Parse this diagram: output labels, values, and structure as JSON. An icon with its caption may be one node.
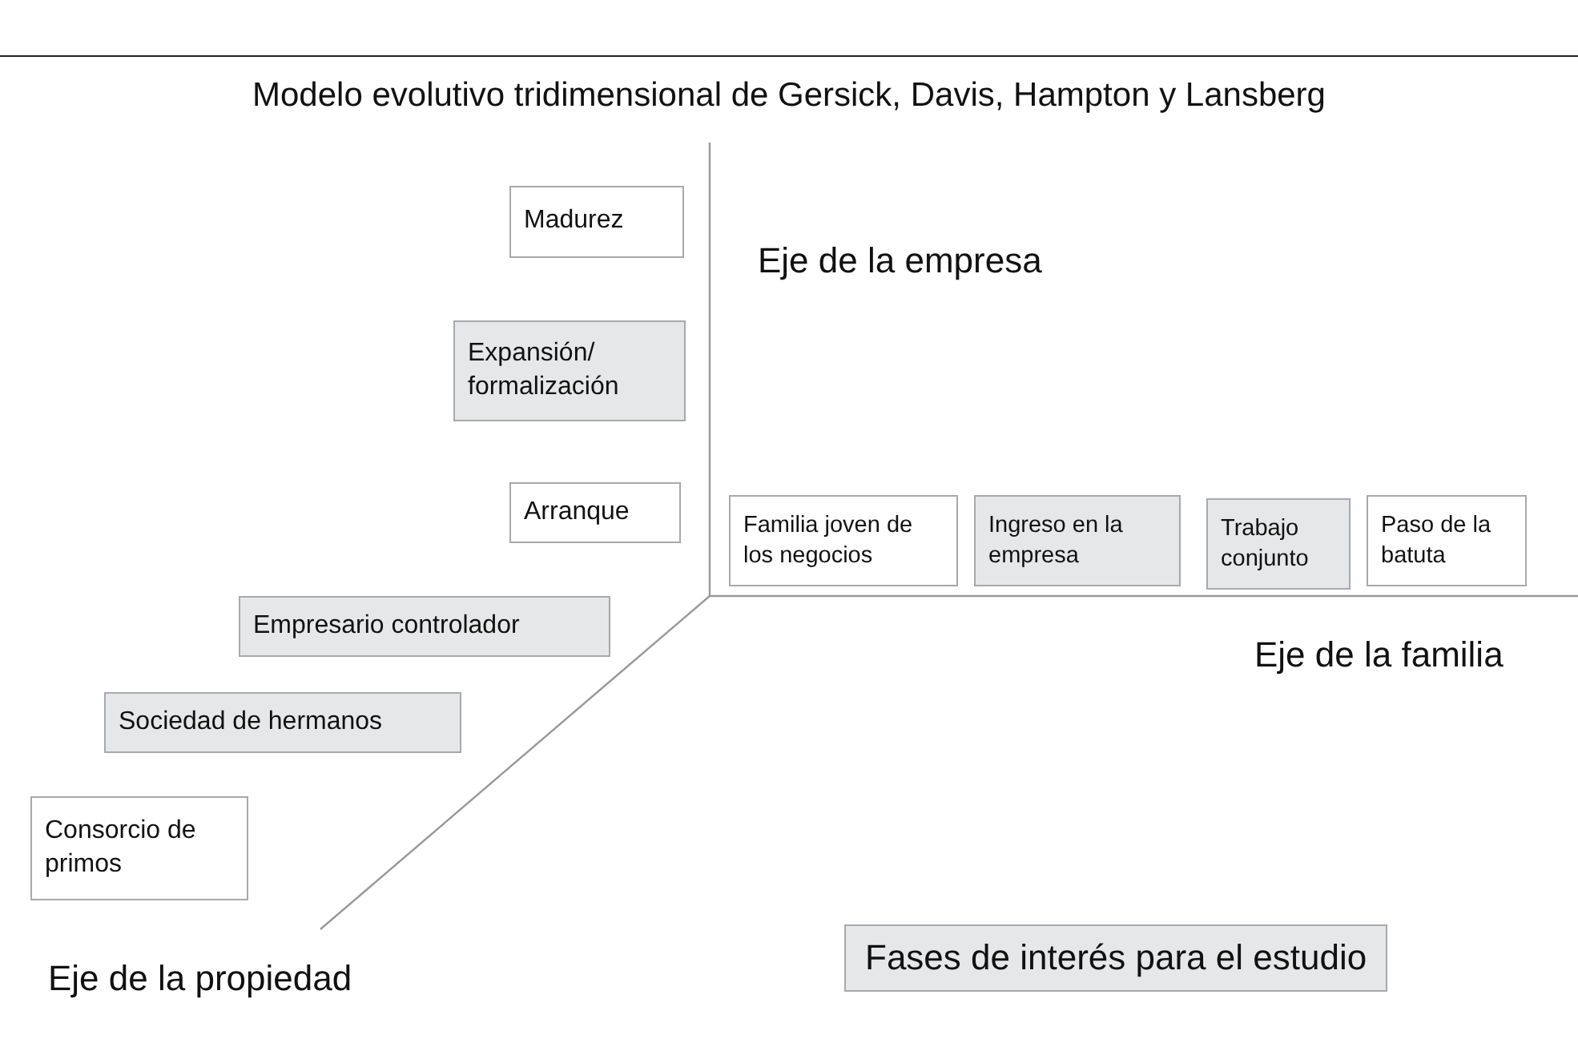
{
  "diagram": {
    "title": "Modelo evolutivo tridimensional de Gersick, Davis, Hampton y Lansberg",
    "nodes": [
      {
        "text": [
          "Madurez"
        ]
      },
      {
        "text": [
          "Expansión/ formalización"
        ]
      },
      {
        "text": [
          "Arranque"
        ]
      },
      {
        "text": [
          "Familia joven de los negocios"
        ]
      },
      {
        "text": [
          "Ingreso en la empresa"
        ]
      },
      {
        "text": [
          "Trabajo conjunto"
        ]
      },
      {
        "text": [
          "Paso de la batuta"
        ]
      },
      {
        "text": [
          "Empresario controlador"
        ]
      },
      {
        "text": [
          "Sociedad de hermanos"
        ]
      },
      {
        "text": [
          "Consorcio de primos"
        ]
      }
    ],
    "labels": [
      "Eje de la empresa",
      "Eje de la familia",
      "Eje de la propiedad"
    ],
    "legend": [
      {
        "text": "Fases de interés para el estudio",
        "color": "#e6e7e8"
      }
    ]
  }
}
